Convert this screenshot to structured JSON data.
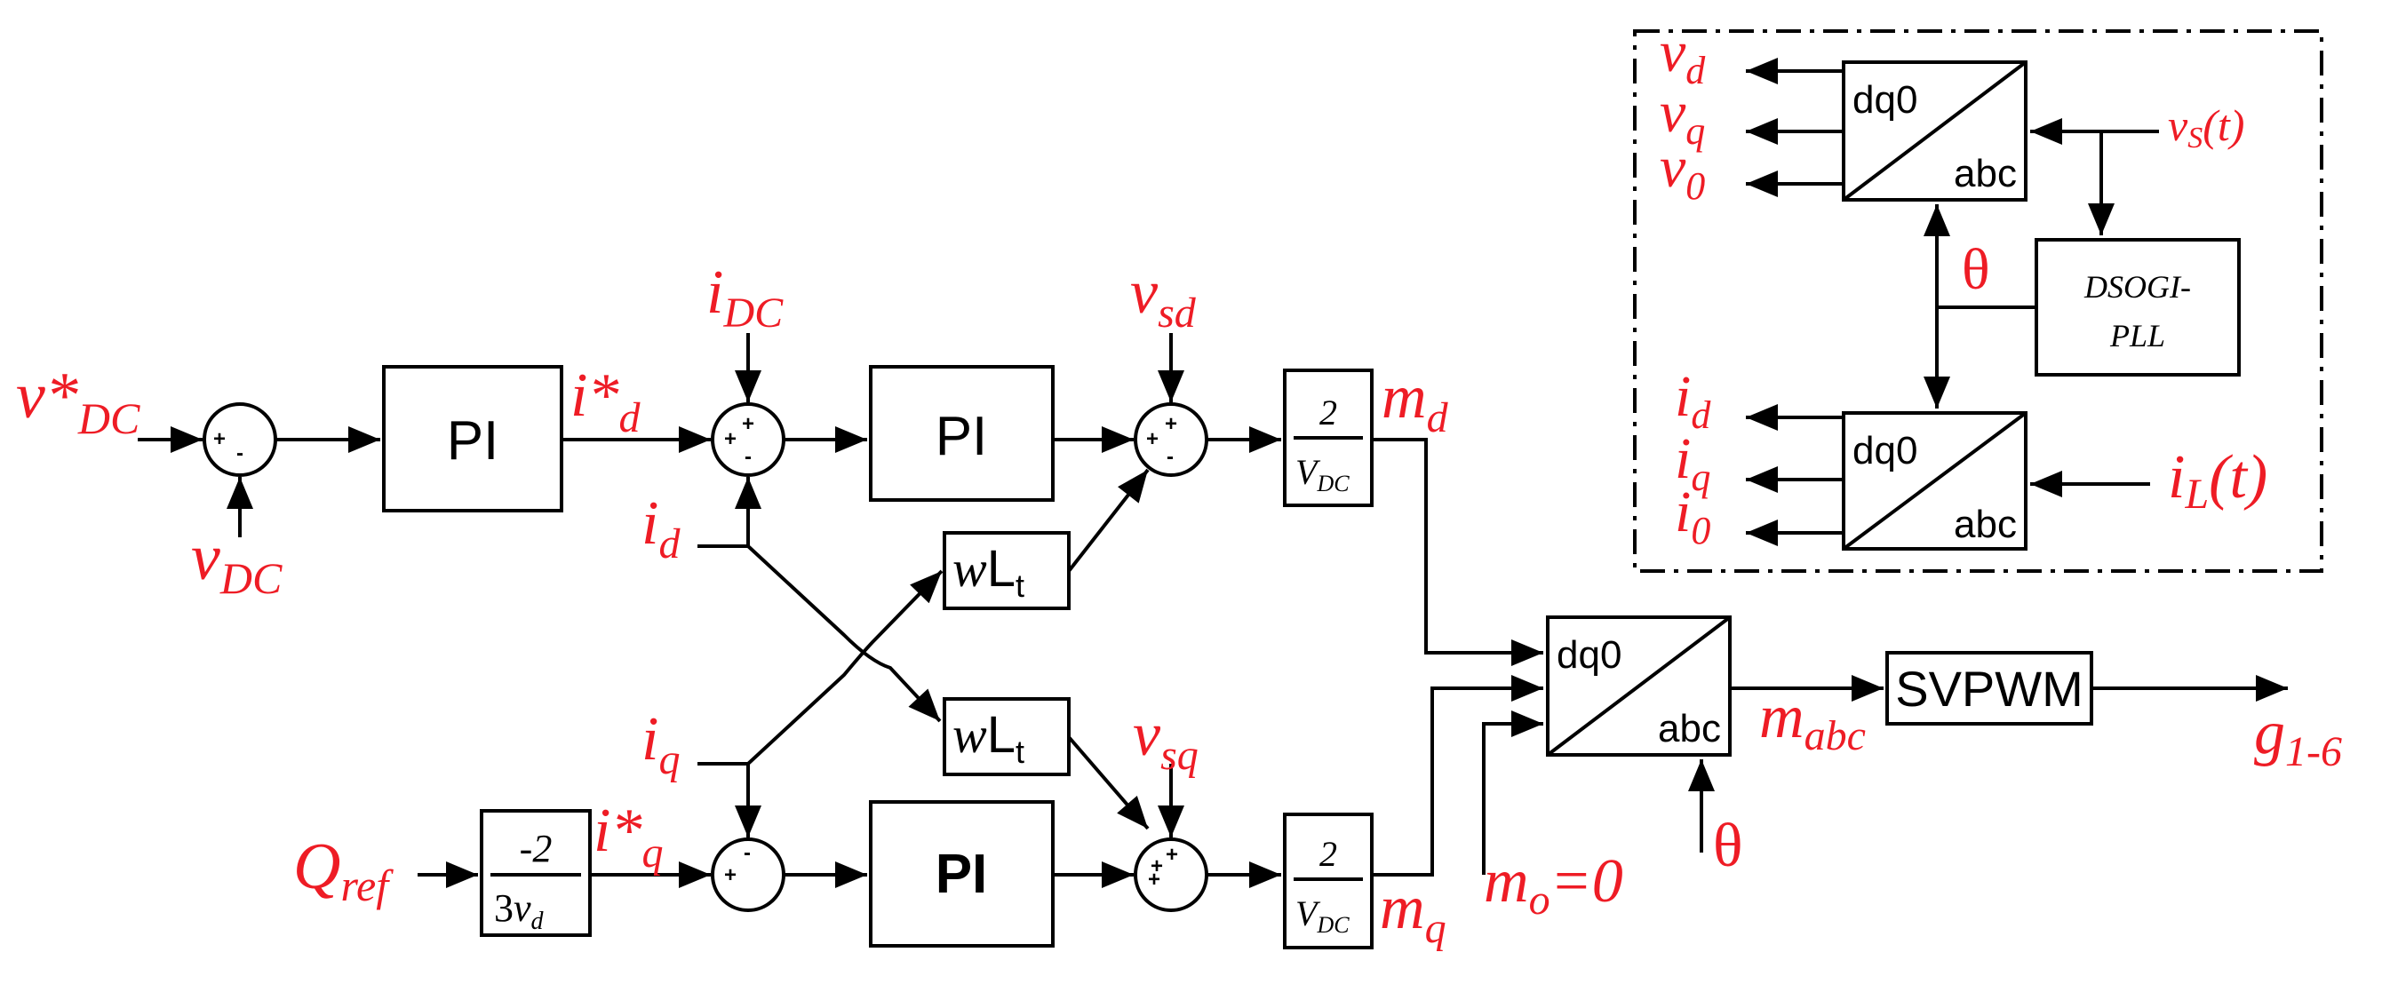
{
  "colors": {
    "signal_label": "#ee1c25",
    "block_stroke": "#000000"
  },
  "blocks": {
    "pi_dc": "PI",
    "pi_d": "PI",
    "pi_q": "PI",
    "wl_top_w": "w",
    "wl_top_l": "L",
    "wl_top_t": "t",
    "wl_bot_w": "w",
    "wl_bot_l": "L",
    "wl_bot_t": "t",
    "gain_d_num": "2",
    "gain_d_den_v": "V",
    "gain_d_den_sub": "DC",
    "gain_q_num": "2",
    "gain_q_den_v": "V",
    "gain_q_den_sub": "DC",
    "iq_gain_num": "-2",
    "iq_gain_den_3": "3",
    "iq_gain_den_v": "v",
    "iq_gain_den_sub": "d",
    "dq0_main_top": "dq0",
    "dq0_main_bot": "abc",
    "svpwm": "SVPWM",
    "dq0_v_top": "dq0",
    "dq0_v_bot": "abc",
    "dq0_i_top": "dq0",
    "dq0_i_bot": "abc",
    "pll_line1": "DSOGI-",
    "pll_line2": "PLL"
  },
  "signs": {
    "s1_top": "+",
    "s1_right": "-",
    "s2_top": "+",
    "s2_left": "+",
    "s2_bot": "-",
    "s3_top": "+",
    "s3_left": "+",
    "s3_bot": "-",
    "s4_top": "-",
    "s4_left": "+",
    "s5_a": "+",
    "s5_b": "+",
    "s5_c": "+"
  },
  "labels": {
    "vdc_ref_main": "v*",
    "vdc_ref_sub": "DC",
    "vdc_main": "v",
    "vdc_sub": "DC",
    "id_ref_main": "i*",
    "id_ref_sub": "d",
    "idc_main": "i",
    "idc_sub": "DC",
    "id_main": "i",
    "id_sub": "d",
    "vsd_main": "v",
    "vsd_sub": "sd",
    "md_main": "m",
    "md_sub": "d",
    "iq_main": "i",
    "iq_sub": "q",
    "qref_main": "Q",
    "qref_sub": "ref",
    "iq_ref_main": "i*",
    "iq_ref_sub": "q",
    "vsq_main": "v",
    "vsq_sub": "sq",
    "mq_main": "m",
    "mq_sub": "q",
    "mo_main": "m",
    "mo_sub": "o",
    "mo_tail": "=0",
    "mabc_main": "m",
    "mabc_sub": "abc",
    "g_main": "g",
    "g_sub": "1-6",
    "theta_bottom": "θ",
    "vd_main": "v",
    "vd_sub": "d",
    "vq_main": "v",
    "vq_sub": "q",
    "v0_main": "v",
    "v0_sub": "0",
    "vs_text": "v",
    "vs_sub": "S",
    "vs_tail": "(t)",
    "theta_top": "θ",
    "id2_main": "i",
    "id2_sub": "d",
    "iq2_main": "i",
    "iq2_sub": "q",
    "i0_main": "i",
    "i0_sub": "0",
    "il_main": "i",
    "il_sub": "L",
    "il_tail": "(t)"
  }
}
